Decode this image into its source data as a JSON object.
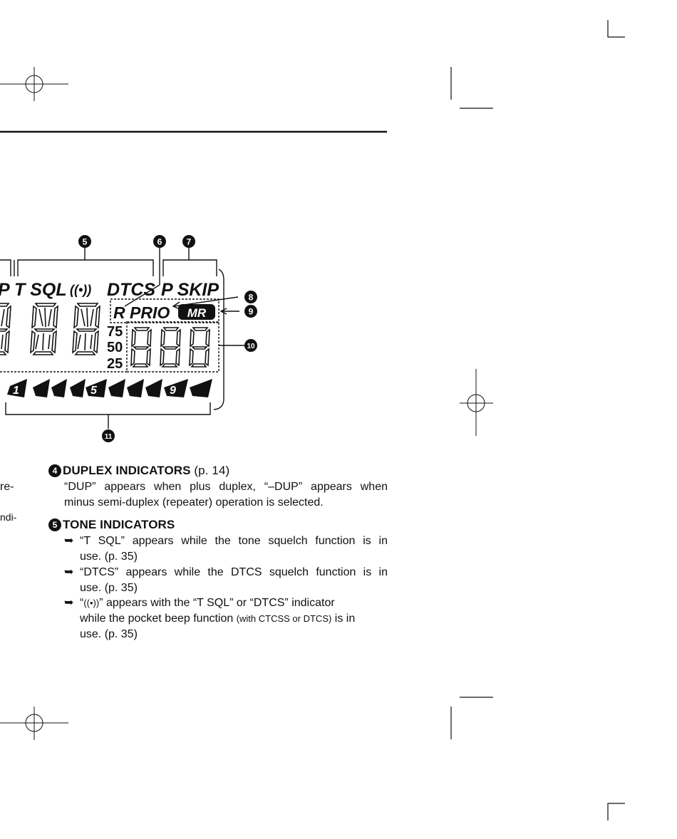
{
  "lcd": {
    "indicators": {
      "p_left": "P",
      "t_sql": "T SQL",
      "pocket_beep": "((•))",
      "dtcs": "DTCS",
      "p_skip": "P SKIP",
      "r": "R",
      "prio": "PRIO",
      "mr": "MR",
      "step_75": "75",
      "step_50": "50",
      "step_25": "25"
    },
    "bargraph_numbers": [
      "1",
      "5",
      "9"
    ],
    "callouts": [
      "❺",
      "❻",
      "❼",
      "❽",
      "❾",
      "❿",
      "⓫"
    ]
  },
  "cut_text": {
    "line1": "re-",
    "line2": "ndi-"
  },
  "section4": {
    "number": "4",
    "title": "DUPLEX INDICATORS",
    "ref": "(p. 14)",
    "body_line1": "“DUP” appears when plus duplex, “–DUP” appears when",
    "body_line2": "minus semi-duplex (repeater) operation is selected."
  },
  "section5": {
    "number": "5",
    "title": "TONE INDICATORS",
    "bullet_symbol": "➥",
    "bullets": [
      {
        "line1": "“T SQL” appears while the tone squelch function is in",
        "line2": "use. (p. 35)"
      },
      {
        "line1": "“DTCS” appears while the DTCS squelch function is in",
        "line2": "use. (p. 35)"
      },
      {
        "line1_pre": "“",
        "line1_icon": "((•))",
        "line1_post": "” appears with the “T SQL” or “DTCS” indicator",
        "line2_pre": "while the pocket beep function ",
        "line2_small": "(with CTCSS or DTCS)",
        "line2_post": " is in",
        "line3": "use. (p. 35)"
      }
    ]
  }
}
